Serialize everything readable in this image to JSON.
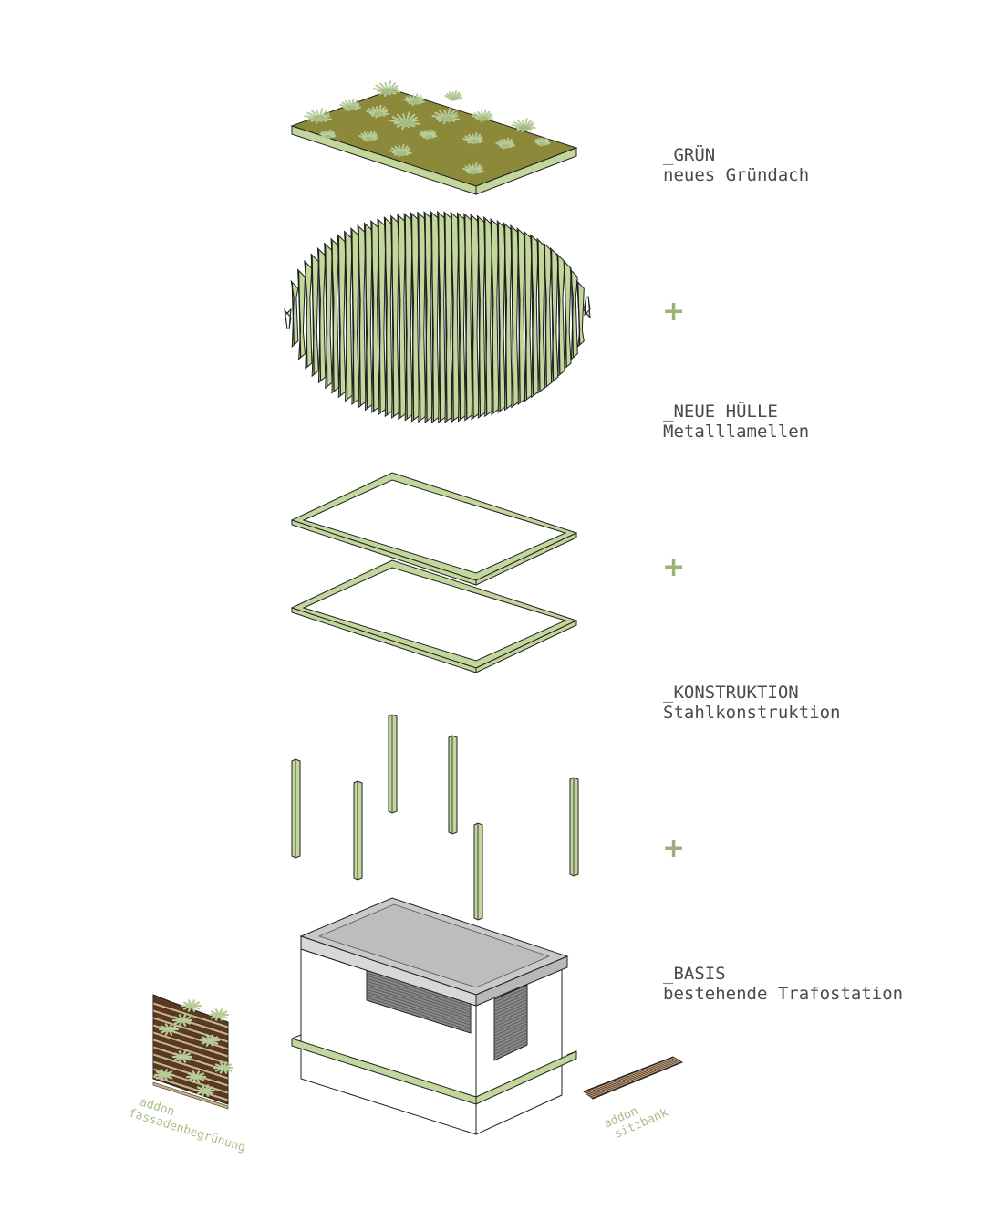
{
  "layers": [
    {
      "id": "gruen",
      "title": "_GRÜN",
      "subtitle": "neues Gründach"
    },
    {
      "id": "huelle",
      "title": "_NEUE HÜLLE",
      "subtitle": "Metalllamellen"
    },
    {
      "id": "konstruktion",
      "title": "_KONSTRUKTION",
      "subtitle": "Stahlkonstruktion"
    },
    {
      "id": "basis",
      "title": "_BASIS",
      "subtitle": "bestehende Trafostation"
    }
  ],
  "plus_symbol": "+",
  "addons": {
    "facade": {
      "line1": "addon",
      "line2": "fassadenbegrünung"
    },
    "bench": {
      "line1": "addon",
      "line2": "sitzbank"
    }
  },
  "colors": {
    "light_green": "#c3d69c",
    "moss_green": "#8c8a3a",
    "plant_green": "#b8cc9a",
    "label_text": "#4a4a4a",
    "plus_green": "#9bb07a",
    "addon_text": "#a9bf86",
    "wood_brown": "#5a3a22",
    "roof_grey": "#c9c9c9",
    "louvre_grey": "#8a8a8a"
  }
}
